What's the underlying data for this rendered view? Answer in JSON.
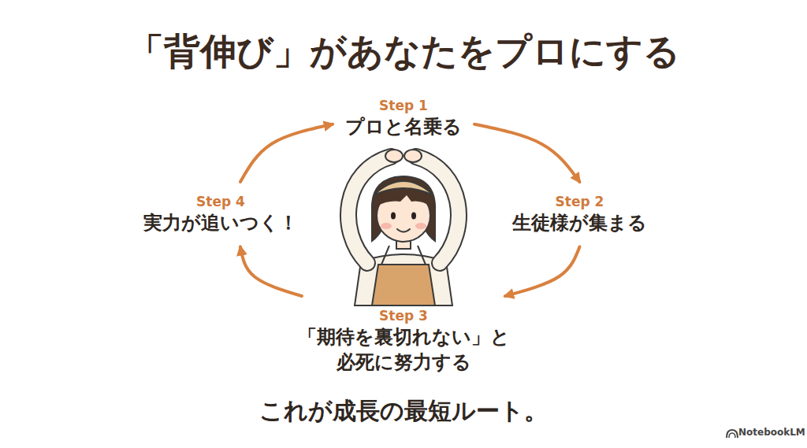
{
  "diagram": {
    "title": "「背伸び」があなたをプロにする",
    "caption": "これが成長の最短ルート。",
    "nodes": [
      {
        "text": [
          "Step 1",
          "プロと名乗る"
        ]
      },
      {
        "text": [
          "Step 2",
          "生徒様が集まる"
        ]
      },
      {
        "text": [
          "Step 3",
          "「期待を裏切れない」と 必死に努力する"
        ]
      },
      {
        "text": [
          "Step 4",
          "実力が追いつく！"
        ]
      }
    ],
    "edges": [
      {
        "from": 0,
        "to": 1,
        "arrow": "to"
      },
      {
        "from": 1,
        "to": 2,
        "arrow": "to"
      },
      {
        "from": 2,
        "to": 3,
        "arrow": "to"
      },
      {
        "from": 3,
        "to": 0,
        "arrow": "to"
      }
    ],
    "labels": [
      "NotebookLM"
    ]
  }
}
